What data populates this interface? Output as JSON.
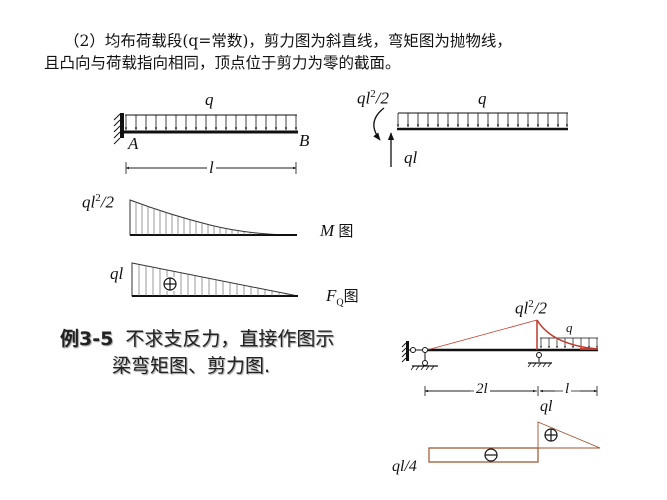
{
  "paragraph": {
    "line1": "（2）均布荷载段(q=常数)，剪力图为斜直线，弯矩图为抛物线，",
    "line2": "且凸向与荷载指向相同，顶点位于剪力为零的截面。"
  },
  "cantilever": {
    "load_label": "q",
    "support_label": "A",
    "end_label": "B",
    "span_label": "l"
  },
  "free_body": {
    "moment_label_base": "ql",
    "moment_label_exp": "2",
    "moment_label_tail": "/2",
    "load_label": "q",
    "reaction_label": "ql"
  },
  "moment_diagram": {
    "value_base": "ql",
    "value_exp": "2",
    "value_tail": "/2",
    "name_symbol": "M",
    "name_suffix": "图"
  },
  "shear_diagram": {
    "value_label": "ql",
    "sign": "⊕",
    "name_symbol": "F",
    "name_sub": "Q",
    "name_suffix": "图"
  },
  "example": {
    "title": "例3-5",
    "line1_rest": "不求支反力，直接作图示",
    "line2": "梁弯矩图、剪力图."
  },
  "overhang_beam": {
    "peak_moment_base": "ql",
    "peak_moment_exp": "2",
    "peak_moment_tail": "/2",
    "load_label": "q",
    "span1_label": "2l",
    "span2_label": "l",
    "shear_pos_label": "ql",
    "shear_neg_label": "ql/4",
    "pos_sign": "⊕",
    "neg_sign": "⊖",
    "moment_color": "#c0392b",
    "shear_line_color": "#a0522d"
  }
}
